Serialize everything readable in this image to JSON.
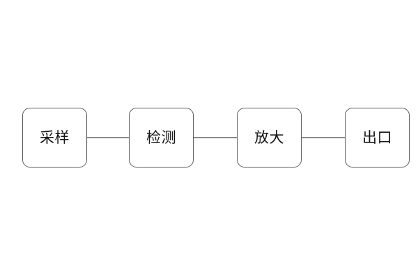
{
  "diagram": {
    "title": "",
    "background_color": "#ffffff",
    "node_border_color": "#5a5a5e",
    "node_fill_color": "#ffffff",
    "node_text_color": "#141414",
    "connector_color": "#8b8b8f",
    "orientation": "horizontal",
    "nodes": [
      {
        "id": "sampling",
        "label": "采样"
      },
      {
        "id": "detection",
        "label": "检测"
      },
      {
        "id": "amplification",
        "label": "放大"
      },
      {
        "id": "outlet",
        "label": "出口"
      }
    ],
    "connectors": [
      {
        "id": "link-1",
        "from": "采样",
        "to": "检测",
        "style": "plain-line",
        "arrowhead": "none"
      },
      {
        "id": "link-2",
        "from": "检测",
        "to": "放大",
        "style": "plain-line",
        "arrowhead": "none"
      },
      {
        "id": "link-3",
        "from": "放大",
        "to": "出口",
        "style": "plain-line",
        "arrowhead": "none"
      }
    ]
  }
}
